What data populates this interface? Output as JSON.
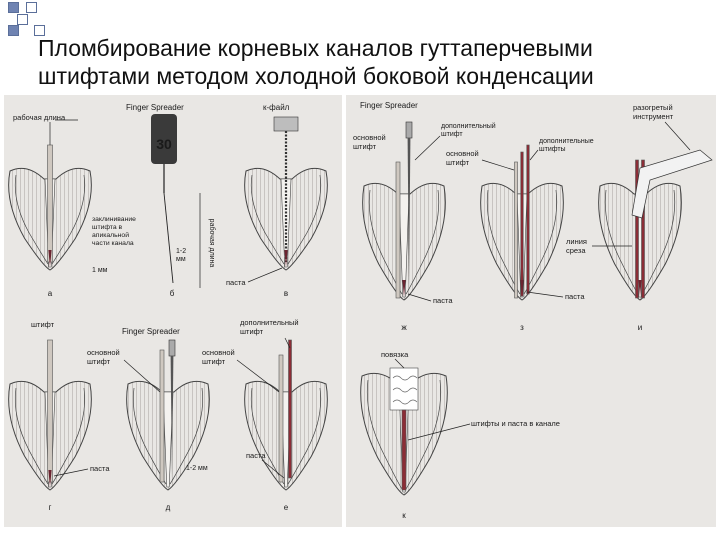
{
  "slide": {
    "title_line1": "Пломбирование корневых каналов гуттаперчевыми",
    "title_line2": "штифтами методом холодной боковой конденсации"
  },
  "colors": {
    "background": "#ffffff",
    "panel": "#e9e7e4",
    "tooth_line": "#444444",
    "paste": "#6b2430",
    "post": "#cfc8c0",
    "bullet": "#6f83b2"
  },
  "figure_left": {
    "a": {
      "letter": "а",
      "working_length": "рабочая длина",
      "apical_lock": [
        "заклинивание",
        "штифта в",
        "апикальной",
        "части канала"
      ],
      "mm1": "1 мм"
    },
    "b": {
      "letter": "б",
      "tool": "Finger Spreader",
      "handle_num": "30",
      "working_length_vertical": "рабочая длина",
      "mm12": [
        "1-2",
        "мм"
      ]
    },
    "v": {
      "letter": "в",
      "kfile": "к-файл",
      "paste": "паста"
    },
    "g": {
      "letter": "г",
      "post": "штифт",
      "paste": "паста"
    },
    "d": {
      "letter": "д",
      "tool": "Finger Spreader",
      "main_post": [
        "основной",
        "штифт"
      ],
      "mm12": "1-2 мм"
    },
    "e": {
      "letter": "е",
      "main_post": [
        "основной",
        "штифт"
      ],
      "additional_post": [
        "дополнительный",
        "штифт"
      ],
      "paste": "паста"
    }
  },
  "figure_right": {
    "zh": {
      "letter": "ж",
      "tool": "Finger Spreader",
      "main_post": [
        "основной",
        "штифт"
      ],
      "additional_post": [
        "дополнительный",
        "штифт"
      ],
      "paste": "паста"
    },
    "z": {
      "letter": "з",
      "main_post": [
        "основной",
        "штифт"
      ],
      "additional_posts": [
        "дополнительные",
        "штифты"
      ],
      "paste": "паста"
    },
    "i": {
      "letter": "и",
      "heated_instrument": [
        "разогретый",
        "инструмент"
      ],
      "cut_line": [
        "линия",
        "среза"
      ]
    },
    "k": {
      "letter": "к",
      "dressing": "повязка",
      "posts_paste": "штифты и паста в канале"
    }
  }
}
